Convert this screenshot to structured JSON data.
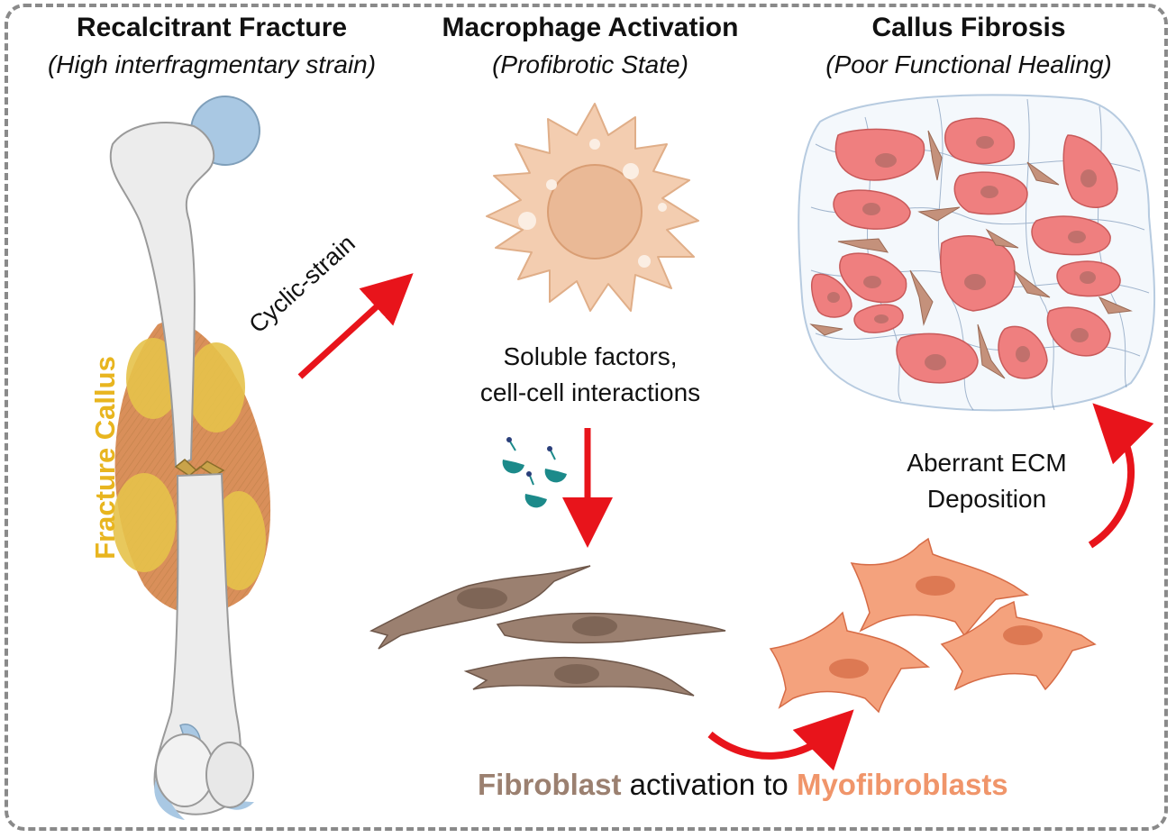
{
  "panels": [
    {
      "title": "Recalcitrant Fracture",
      "subtitle": "(High interfragmentary strain)"
    },
    {
      "title": "Macrophage Activation",
      "subtitle": "(Profibrotic State)"
    },
    {
      "title": "Callus Fibrosis",
      "subtitle": "(Poor Functional Healing)"
    }
  ],
  "labels": {
    "cyclic_strain": "Cyclic-strain",
    "soluble_line1": "Soluble factors,",
    "soluble_line2": "cell-cell interactions",
    "ecm_line1": "Aberrant ECM",
    "ecm_line2": "Deposition",
    "fracture_callus": "Fracture Callus"
  },
  "bottom_caption": {
    "fibroblast": "Fibroblast",
    "middle": " activation to ",
    "myofibroblasts": "Myofibroblasts"
  },
  "colors": {
    "arrow": "#e8141b",
    "fibroblast": "#9b8070",
    "myofibroblast": "#f0956a",
    "callus_label": "#e8b51f",
    "fibrotic_cell": "#ef7f7f",
    "bone": "#ececec",
    "cartilage": "#a9c8e3",
    "macrophage": "#f3cdb0"
  }
}
